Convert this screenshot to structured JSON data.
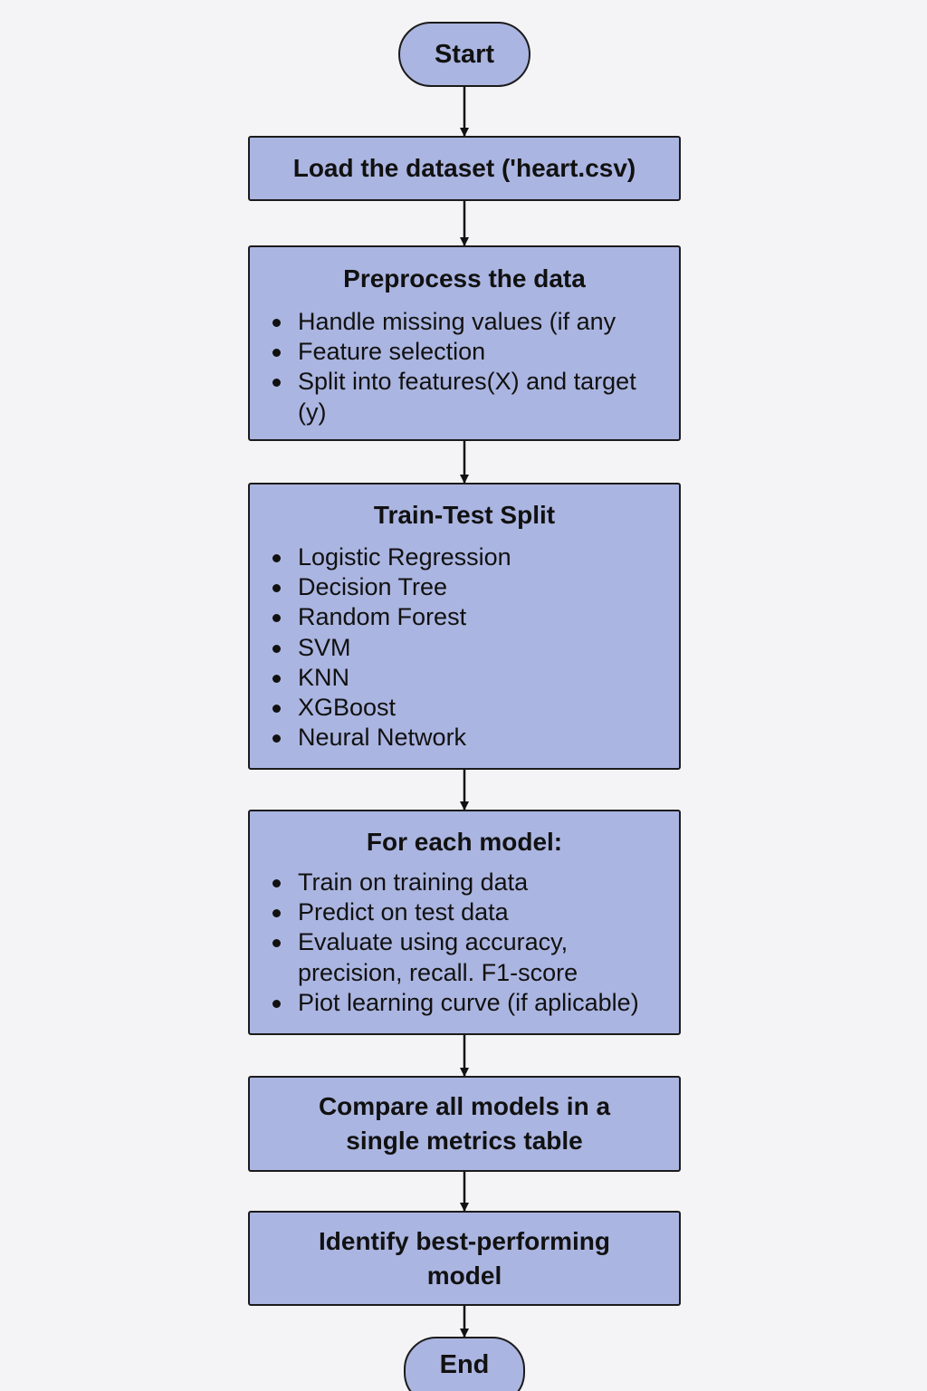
{
  "nodes": {
    "start": {
      "label": "Start"
    },
    "load": {
      "label": "Load the dataset ('heart.csv)"
    },
    "preprocess": {
      "title": "Preprocess the data",
      "items": [
        "Handle missing values (if any",
        "Feature selection",
        "Split into features(X) and target (y)"
      ]
    },
    "split": {
      "title": "Train-Test Split",
      "items": [
        "Logistic Regression",
        "Decision Tree",
        "Random Forest",
        "SVM",
        "KNN",
        "XGBoost",
        "Neural Network"
      ]
    },
    "each_model": {
      "title": "For each model:",
      "items": [
        "Train on training data",
        "Predict on test data",
        "Evaluate using accuracy, precision, recall. F1-score",
        "Piot learning curve (if aplicable)"
      ]
    },
    "compare": {
      "label": "Compare all models in a single metrics table"
    },
    "best": {
      "label": "Identify best-performing model"
    },
    "end": {
      "label": "End"
    }
  },
  "colors": {
    "node_fill": "#abb5e1",
    "border": "#1b1b1b",
    "background": "#f4f4f6"
  }
}
